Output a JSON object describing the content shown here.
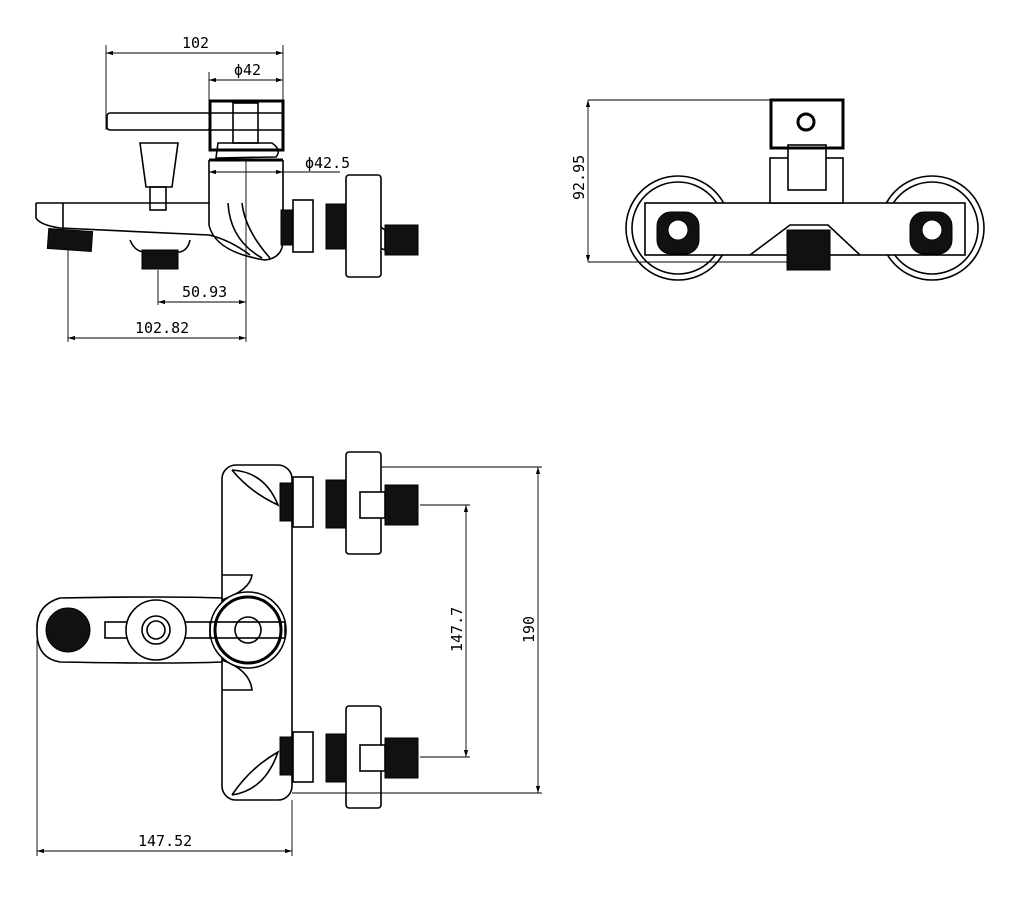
{
  "drawing": {
    "side_view": {
      "dim_total_width": "102",
      "dim_handle_dia": "ϕ42",
      "dim_body_dia": "ϕ42.5",
      "dim_outlet_offset": "50.93",
      "dim_spout_reach": "102.82"
    },
    "front_view": {
      "dim_height": "92.95"
    },
    "top_view": {
      "dim_inlet_centers": "147.7",
      "dim_overall_length": "190",
      "dim_projection": "147.52"
    }
  }
}
